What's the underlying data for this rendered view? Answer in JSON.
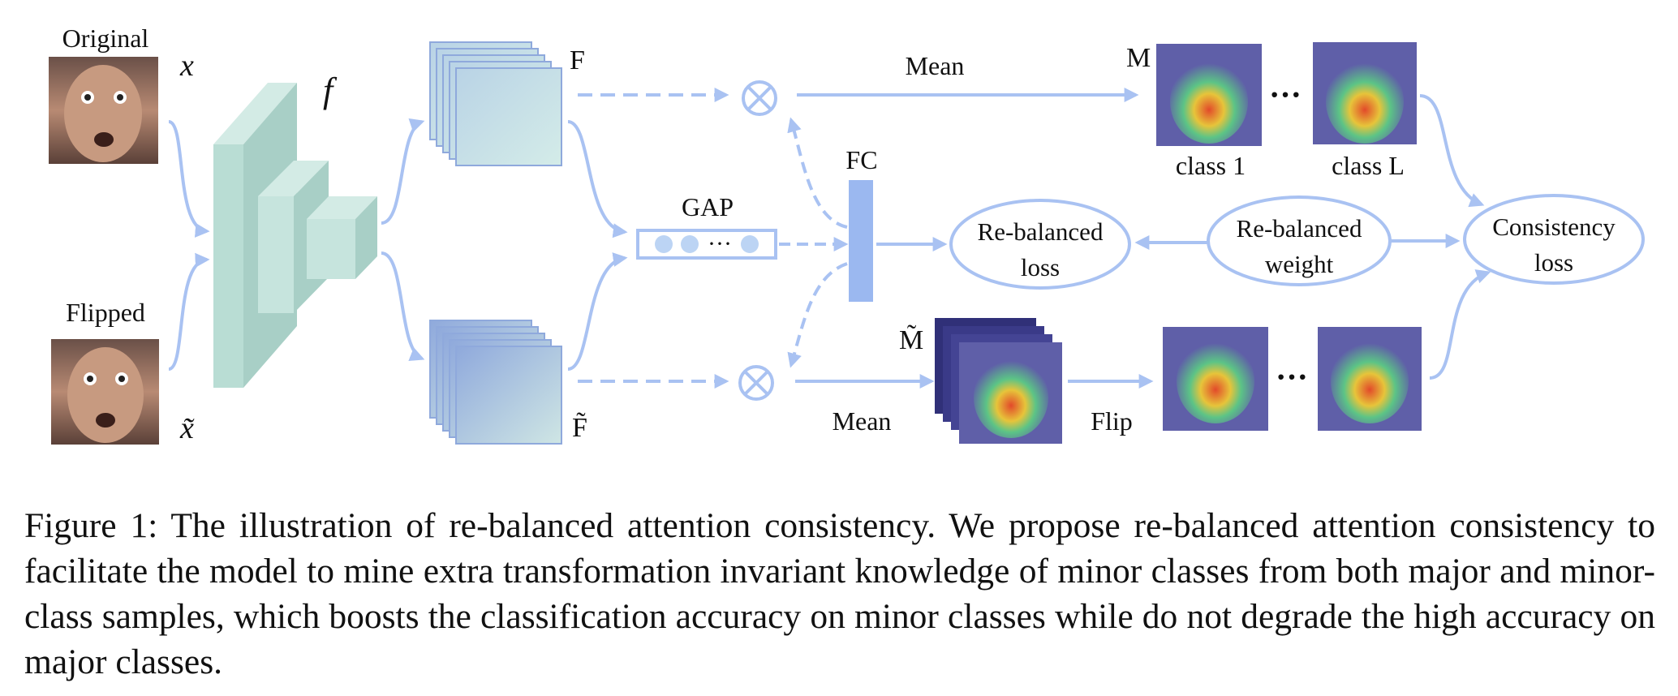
{
  "figure": {
    "inputs": {
      "original_label": "Original",
      "flipped_label": "Flipped",
      "x_symbol": "x",
      "x_tilde_symbol": "x̃",
      "f_symbol": "f"
    },
    "features": {
      "F_label": "F",
      "F_tilde_label": "F̃"
    },
    "gap_label": "GAP",
    "fc_label": "FC",
    "mean_top_label": "Mean",
    "mean_bottom_label": "Mean",
    "M_label": "M",
    "M_tilde_label": "M̃",
    "class1_label": "class 1",
    "classL_label": "class L",
    "flip_label": "Flip",
    "ellipsis": "···",
    "gap_dots": "···",
    "rebalanced_loss": [
      "Re-balanced",
      "loss"
    ],
    "rebalanced_weight": [
      "Re-balanced",
      "weight"
    ],
    "consistency_loss": [
      "Consistency",
      "loss"
    ],
    "colors": {
      "arrow": "#a9c2f2",
      "backbone": "#b8dcd3",
      "ellipse_stroke": "#a9c2f2",
      "fc_bar": "#9bb8f0"
    }
  },
  "caption": "Figure 1: The illustration of re-balanced attention consistency. We propose re-balanced attention consistency to facilitate the model to mine extra transformation invariant knowledge of minor classes from both major and minor-class samples, which boosts the classification accuracy on minor classes while do not degrade the high accuracy on major classes."
}
